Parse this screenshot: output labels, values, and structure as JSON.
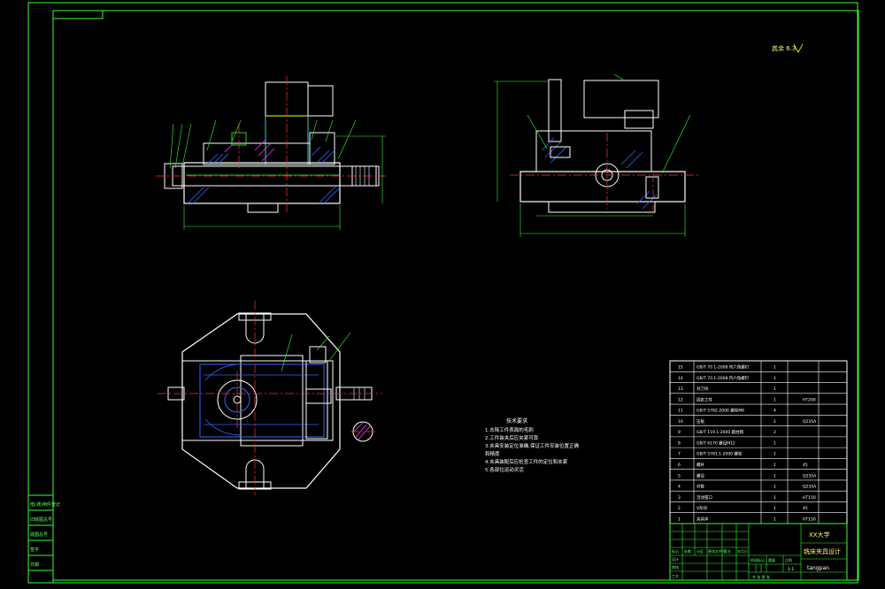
{
  "colors": {
    "background": "#000000",
    "frame": "#33ff33",
    "outline": "#ffffff",
    "section": "#3366ff",
    "centerline": "#ff3333",
    "cyan": "#33cccc",
    "yellow": "#ffff00",
    "magenta": "#ff33ff"
  },
  "roughness_note": "其余 6.3",
  "tech_requirements": {
    "title": "技术要求",
    "lines": [
      "1.去除工件表面的毛刺",
      "2.工件装夹后应夹紧可靠",
      "3.夹具安装定位准确,保证工件安装位置正确",
      "  和精度",
      "4.夹具装配后应检查工件的定位和夹紧",
      "5.各部位运动灵活"
    ]
  },
  "bom": [
    {
      "no": "15",
      "name": "GB/T 70 1-2008 内六角螺钉",
      "qty": "1",
      "mat": ""
    },
    {
      "no": "14",
      "name": "GB/T 70.1-2008 内六角螺钉",
      "qty": "1",
      "mat": ""
    },
    {
      "no": "13",
      "name": "对刀块",
      "qty": "1",
      "mat": ""
    },
    {
      "no": "12",
      "name": "固定工件",
      "qty": "1",
      "mat": "HT200"
    },
    {
      "no": "11",
      "name": "GB/T 5782-2000 螺栓M8",
      "qty": "4",
      "mat": ""
    },
    {
      "no": "10",
      "name": "压板",
      "qty": "1",
      "mat": "Q235A"
    },
    {
      "no": "9",
      "name": "GB/T 119.1-2000 圆柱销",
      "qty": "2",
      "mat": ""
    },
    {
      "no": "8",
      "name": "GB/T 6170 螺母M12",
      "qty": "1",
      "mat": ""
    },
    {
      "no": "7",
      "name": "GB/T 5781.1-2000 螺栓",
      "qty": "1",
      "mat": ""
    },
    {
      "no": "6",
      "name": "螺杆",
      "qty": "1",
      "mat": "45"
    },
    {
      "no": "5",
      "name": "螺母",
      "qty": "1",
      "mat": "Q235A"
    },
    {
      "no": "4",
      "name": "衬套",
      "qty": "1",
      "mat": "Q235A"
    },
    {
      "no": "3",
      "name": "活动钳口",
      "qty": "1",
      "mat": "HT150"
    },
    {
      "no": "2",
      "name": "V形块",
      "qty": "1",
      "mat": "45"
    },
    {
      "no": "1",
      "name": "夹具体",
      "qty": "1",
      "mat": "HT150"
    }
  ],
  "title_block": {
    "school": "XX大学",
    "title": "铣床夹具设计",
    "scale": "1:1",
    "designer": "tangpan",
    "labels": [
      "标记",
      "处数",
      "分区",
      "更改文件号",
      "签名",
      "年月日"
    ],
    "sign_rows": [
      "设计",
      "审核",
      "工艺"
    ],
    "stage_labels": [
      "阶段标记",
      "重量",
      "比例"
    ],
    "sheet": "共 张 第 张"
  },
  "side_stamp": [
    "借(通)用件登记",
    "旧底图总号",
    "底图总号",
    "签字",
    "日期"
  ]
}
